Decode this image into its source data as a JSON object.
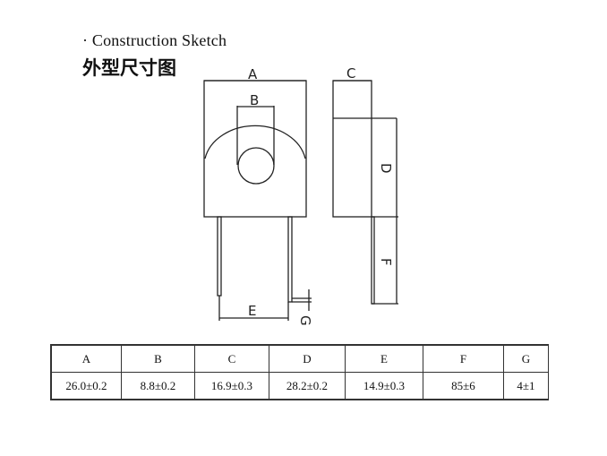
{
  "title": "Construction Sketch",
  "subtitle": "外型尺寸图",
  "drawing_labels": {
    "A": "A",
    "B": "B",
    "C": "C",
    "D": "D",
    "E": "E",
    "F": "F",
    "G": "G"
  },
  "table": {
    "headers": [
      "A",
      "B",
      "C",
      "D",
      "E",
      "F",
      "G"
    ],
    "values": [
      "26.0±0.2",
      "8.8±0.2",
      "16.9±0.3",
      "28.2±0.2",
      "14.9±0.3",
      "85±6",
      "4±1"
    ]
  }
}
